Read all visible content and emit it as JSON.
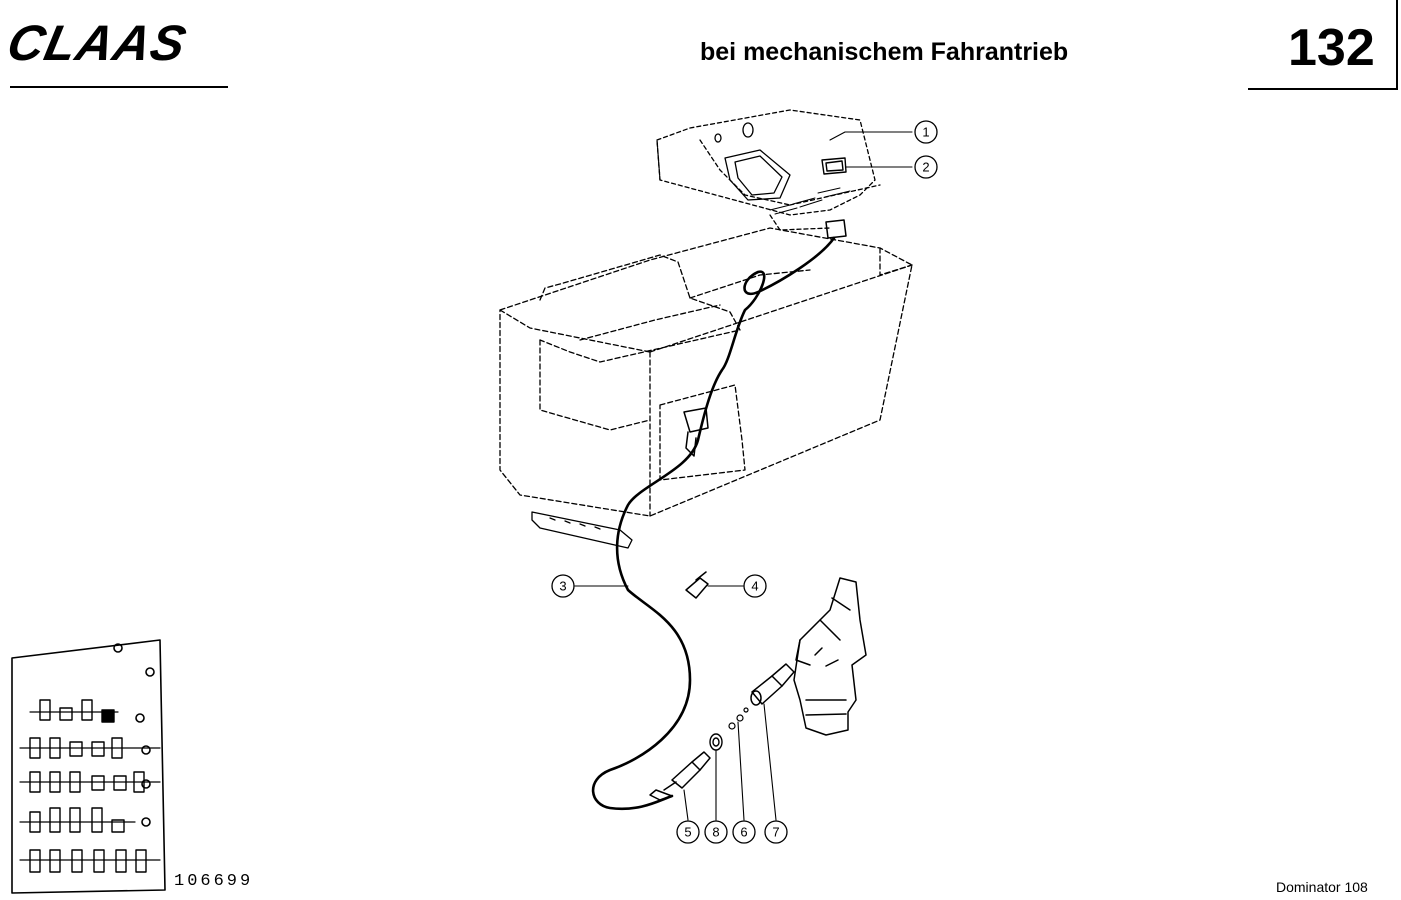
{
  "header": {
    "logo_text": "CLAAS",
    "title": "bei mechanischem Fahrantrieb",
    "page_number": "132"
  },
  "footer": {
    "reference_number": "106699",
    "model": "Dominator 108"
  },
  "callouts": [
    {
      "label": "1"
    },
    {
      "label": "2"
    },
    {
      "label": "3"
    },
    {
      "label": "4"
    },
    {
      "label": "5"
    },
    {
      "label": "8"
    },
    {
      "label": "6"
    },
    {
      "label": "7"
    }
  ],
  "colors": {
    "ink": "#000000",
    "paper": "#ffffff"
  }
}
